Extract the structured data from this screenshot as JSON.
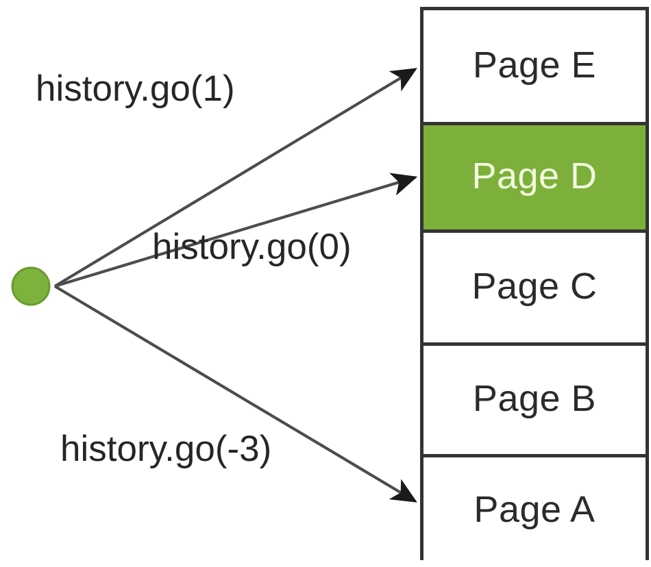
{
  "diagram": {
    "title": "history.go() navigation diagram",
    "colors": {
      "accent_green": "#7DB03A",
      "circle_green": "#7DB33C",
      "border": "#333333",
      "text": "#262626",
      "current_entry_text": "#F2FAE0",
      "background": "#FFFFFF"
    },
    "source_node": {
      "name": "current-position-dot",
      "shape": "circle",
      "fill": "#7DB33C"
    },
    "stack": {
      "name": "history-stack",
      "order": "newest-on-top",
      "entries": [
        {
          "id": "E",
          "label": "Page E",
          "current": false
        },
        {
          "id": "D",
          "label": "Page D",
          "current": true
        },
        {
          "id": "C",
          "label": "Page C",
          "current": false
        },
        {
          "id": "B",
          "label": "Page B",
          "current": false
        },
        {
          "id": "A",
          "label": "Page A",
          "current": false
        }
      ]
    },
    "calls": [
      {
        "id": "go-1",
        "label": "history.go(1)",
        "delta": 1,
        "target_entry": "Page E"
      },
      {
        "id": "go-0",
        "label": "history.go(0)",
        "delta": 0,
        "target_entry": "Page D"
      },
      {
        "id": "go-neg3",
        "label": "history.go(-3)",
        "delta": -3,
        "target_entry": "Page A"
      }
    ]
  }
}
